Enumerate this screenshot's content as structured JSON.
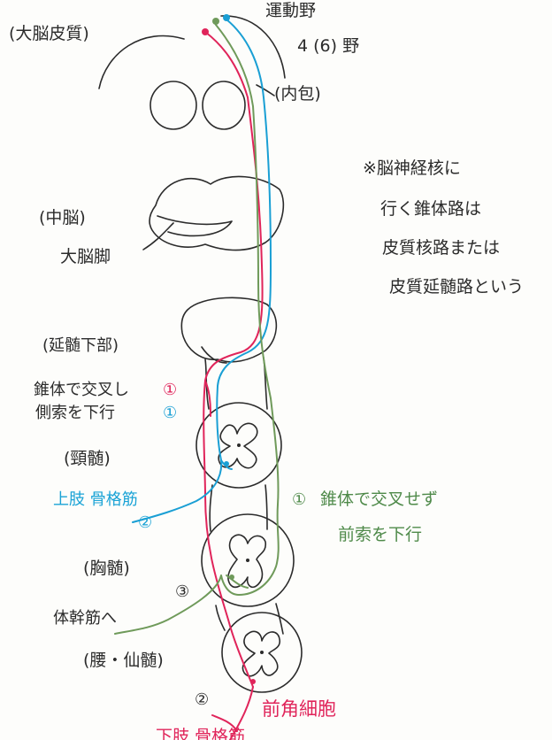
{
  "labels": {
    "cortex": "(大脳皮質)",
    "motor_area": "運動野",
    "area_number": "4 (6) 野",
    "internal_capsule": "(内包)",
    "midbrain": "(中脳)",
    "cerebral_peduncle": "大脳脚",
    "lower_medulla": "(延髄下部)",
    "decussation_line1": "錐体で交叉し",
    "decussation_line2": "側索を下行",
    "marker_1_red": "①",
    "marker_1_blue": "①",
    "cervical": "(頸髄)",
    "upper_limb": "上肢 骨格筋",
    "marker_2_blue": "②",
    "no_decussation_marker": "①",
    "no_decussation_line1": "錐体で交叉せず",
    "no_decussation_line2": "前索を下行",
    "thoracic": "(胸髄)",
    "trunk": "体幹筋へ",
    "marker_3": "③",
    "lumbosacral": "(腰・仙髄)",
    "marker_2_red": "②",
    "anterior_horn": "前角細胞",
    "bottom_partial": "下肢 骨格筋",
    "note_line1": "※脳神経核に",
    "note_line2": "行く錐体路は",
    "note_line3": "皮質核路または",
    "note_line4": "皮質延髄路という"
  },
  "colors": {
    "ink": "#2b2b2b",
    "red": "#e0245a",
    "blue": "#1a9fd4",
    "green": "#6f9a5a",
    "blue_text": "#1aa3d6",
    "green_text": "#4f8a4a",
    "red_text": "#e0245a"
  }
}
